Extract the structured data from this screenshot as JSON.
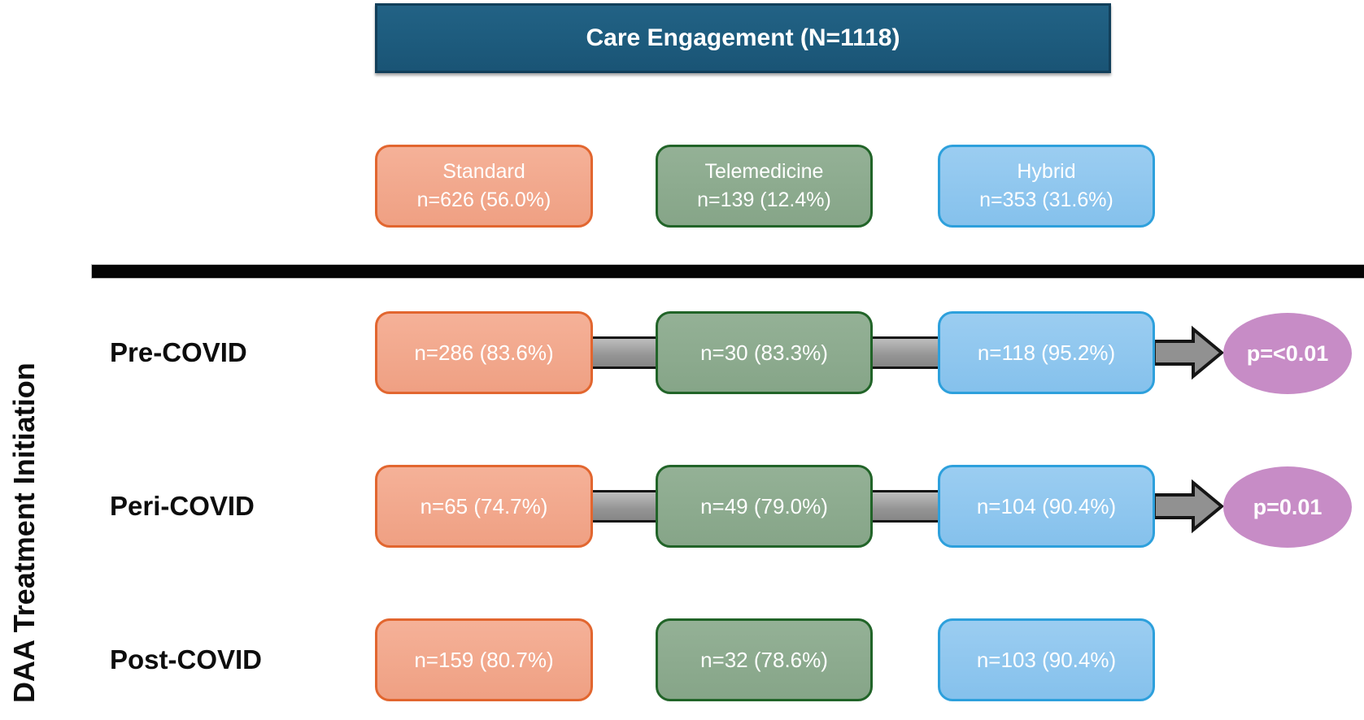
{
  "figure": {
    "title": "Care Engagement (N=1118)",
    "y_axis_label": "DAA Treatment Initiation"
  },
  "columns": [
    {
      "id": "standard",
      "label": "Standard",
      "count": "n=626 (56.0%)"
    },
    {
      "id": "telemedicine",
      "label": "Telemedicine",
      "count": "n=139 (12.4%)"
    },
    {
      "id": "hybrid",
      "label": "Hybrid",
      "count": "n=353 (31.6%)"
    }
  ],
  "rows": [
    {
      "label": "Pre-COVID",
      "standard": "n=286 (83.6%)",
      "telemedicine": "n=30 (83.3%)",
      "hybrid": "n=118 (95.2%)",
      "p_value": "p=<0.01"
    },
    {
      "label": "Peri-COVID",
      "standard": "n=65 (74.7%)",
      "telemedicine": "n=49 (79.0%)",
      "hybrid": "n=104 (90.4%)",
      "p_value": "p=0.01"
    },
    {
      "label": "Post-COVID",
      "standard": "n=159 (80.7%)",
      "telemedicine": "n=32 (78.6%)",
      "hybrid": "n=103 (90.4%)"
    }
  ],
  "colors": {
    "header_fill": "#1d5b7d",
    "standard_fill": "#efa083",
    "standard_border": "#e2662f",
    "telemedicine_fill": "#8aa88c",
    "telemedicine_border": "#216428",
    "hybrid_fill": "#8cc5ee",
    "hybrid_border": "#2da0dc",
    "connector_fill": "#9b9b9b",
    "arrow_fill": "#919191",
    "p_value_fill": "#c78cc6",
    "divider": "#000000",
    "text_on_fill": "#ffffff"
  }
}
